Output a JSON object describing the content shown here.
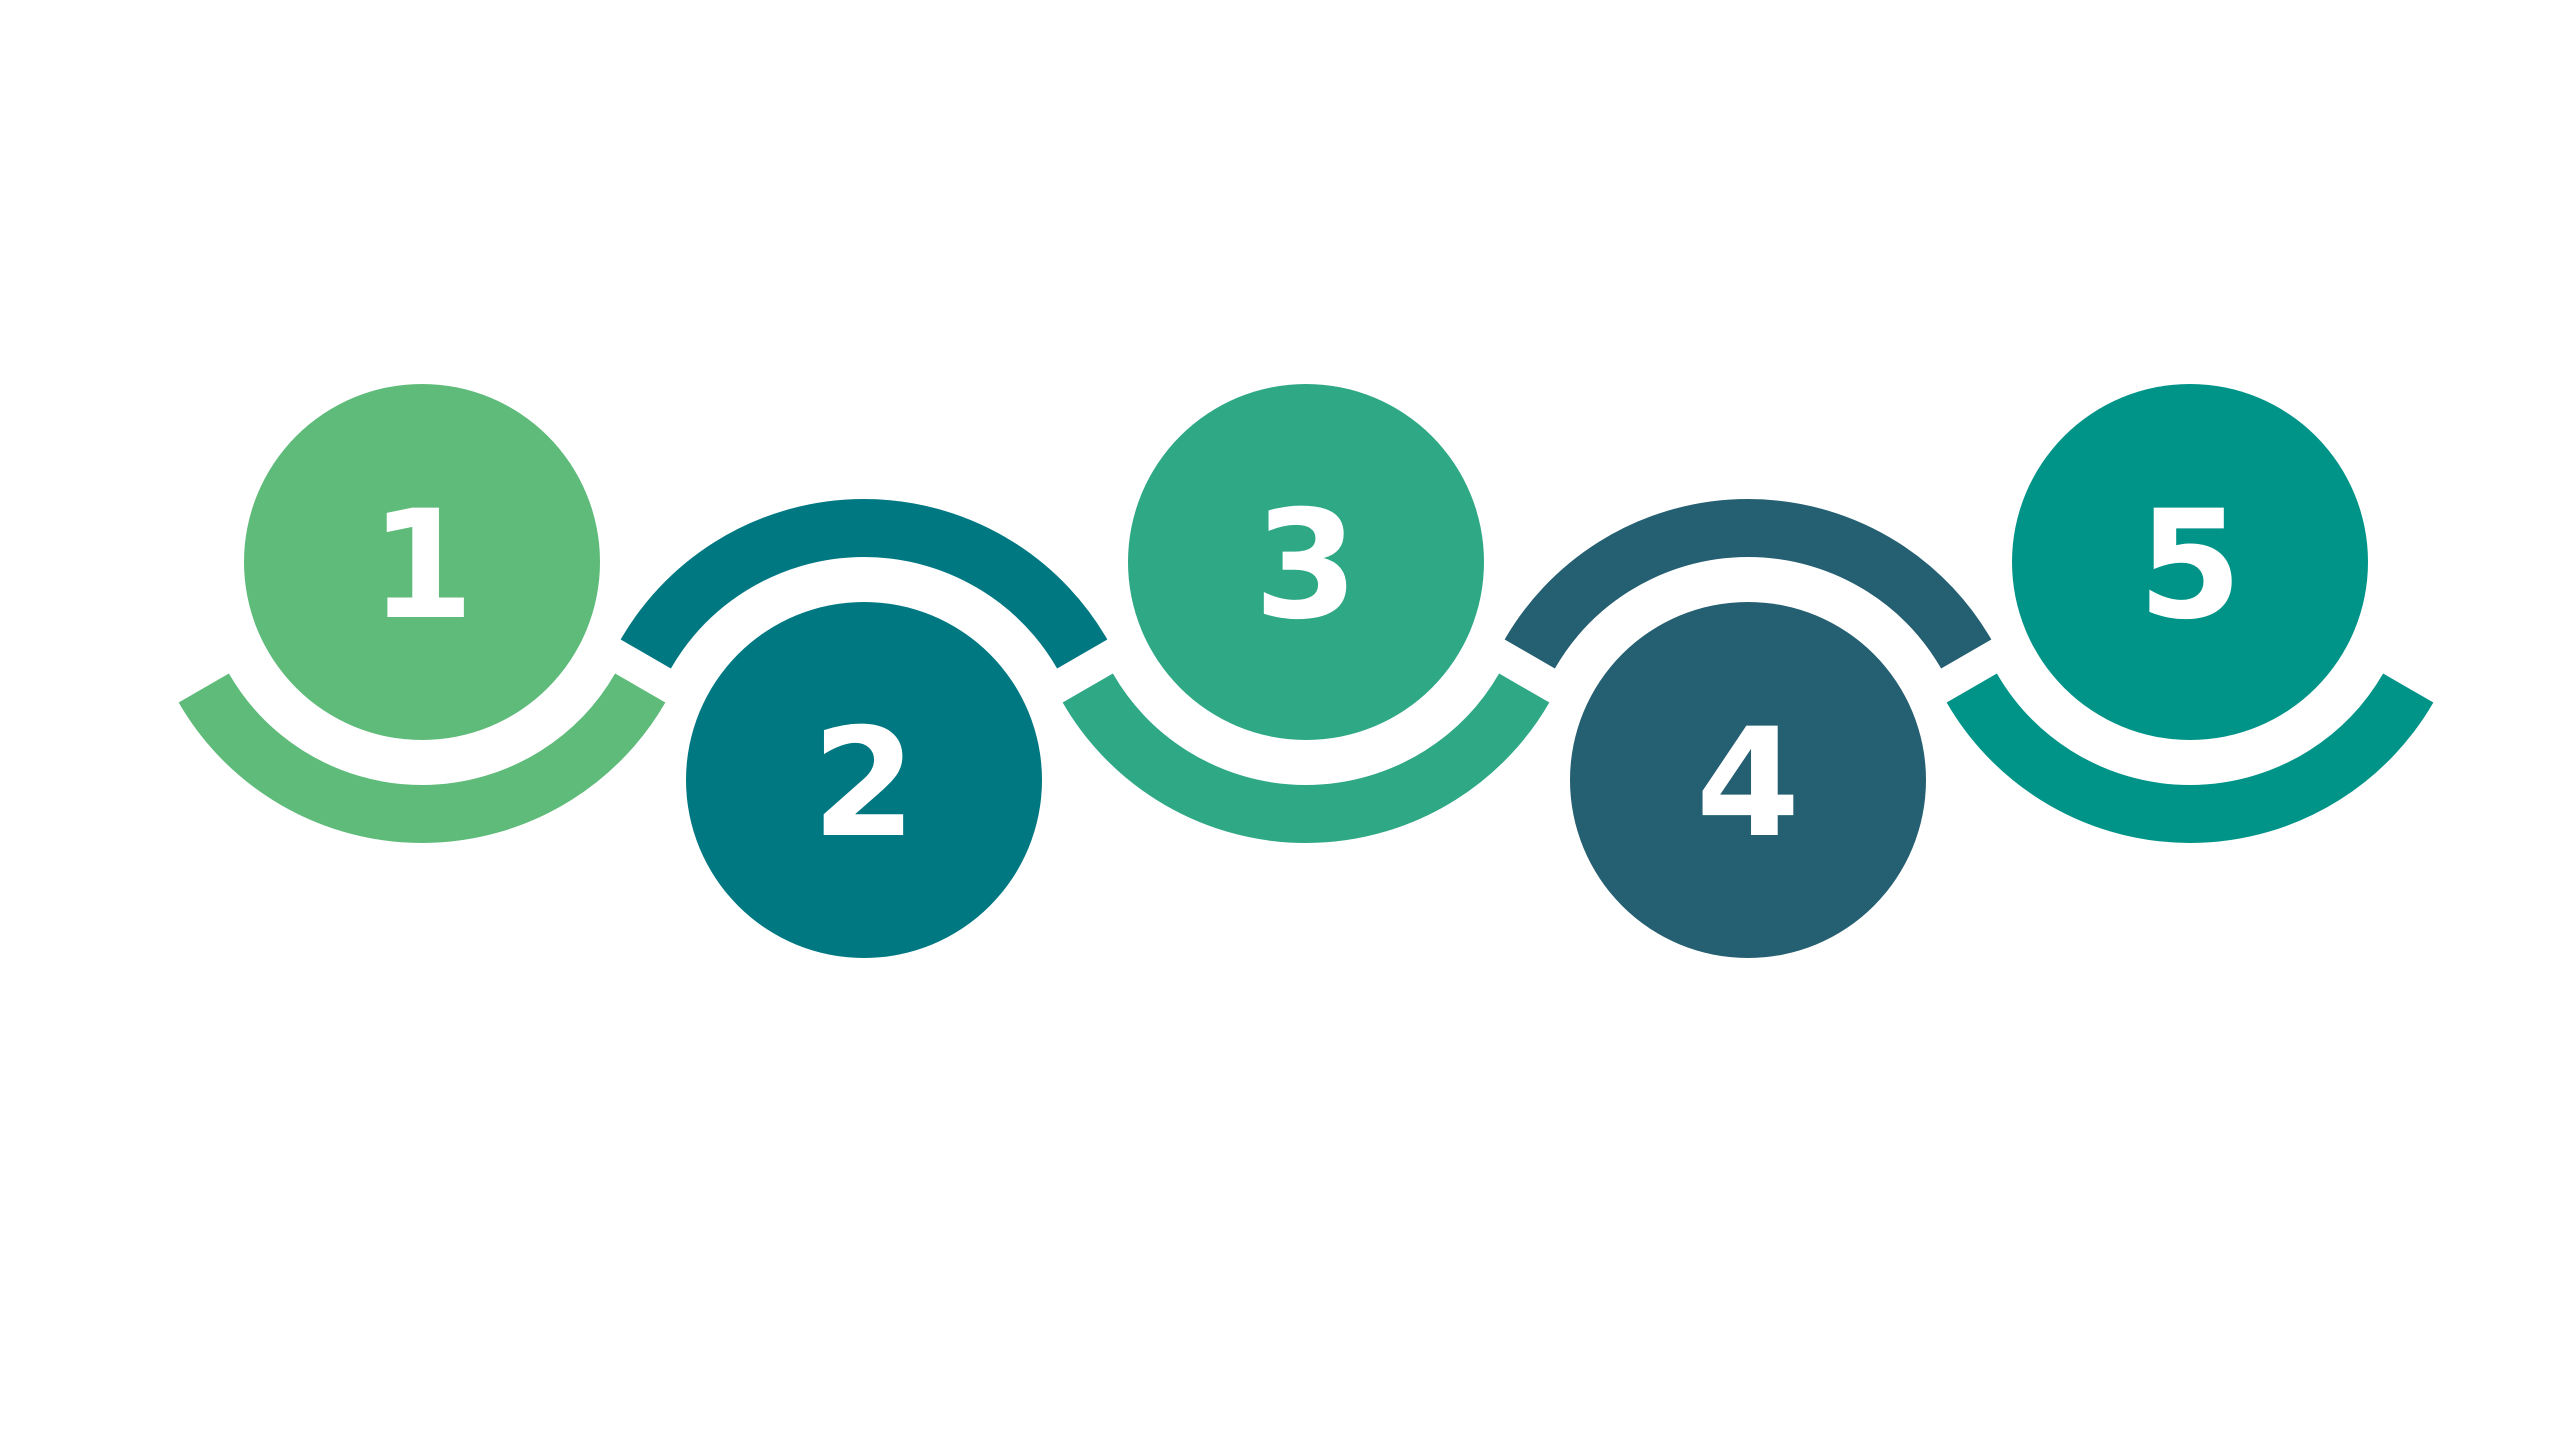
{
  "diagram": {
    "type": "five-step-wave-process",
    "steps": [
      {
        "number": "1",
        "color": "#5FBB7A",
        "arc": "below"
      },
      {
        "number": "2",
        "color": "#007882",
        "arc": "above"
      },
      {
        "number": "3",
        "color": "#2FA885",
        "arc": "below"
      },
      {
        "number": "4",
        "color": "#245F72",
        "arc": "above"
      },
      {
        "number": "5",
        "color": "#009488",
        "arc": "below"
      }
    ]
  }
}
